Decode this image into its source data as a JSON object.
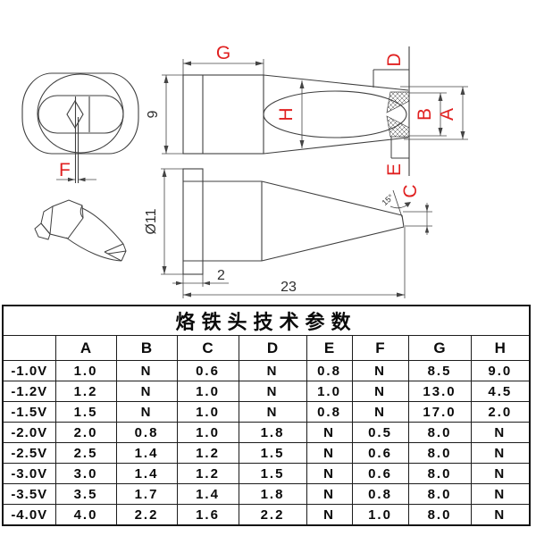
{
  "drawing": {
    "labels": {
      "A": "A",
      "B": "B",
      "C": "C",
      "D": "D",
      "E": "E",
      "F": "F",
      "G": "G",
      "H": "H"
    },
    "dimensions": {
      "body_height": "9",
      "flange_diameter": "Ø11",
      "flange_thickness": "2",
      "total_length": "23",
      "tip_angle": "15°"
    },
    "colors": {
      "label_red": "#e02020",
      "line": "#3f3f3f"
    }
  },
  "table": {
    "title": "烙铁头技术参数",
    "headers": [
      "",
      "A",
      "B",
      "C",
      "D",
      "E",
      "F",
      "G",
      "H"
    ],
    "rows": [
      {
        "model": "-1.0V",
        "values": [
          "1.0",
          "N",
          "0.6",
          "N",
          "0.8",
          "N",
          "8.5",
          "9.0"
        ]
      },
      {
        "model": "-1.2V",
        "values": [
          "1.2",
          "N",
          "1.0",
          "N",
          "1.0",
          "N",
          "13.0",
          "4.5"
        ]
      },
      {
        "model": "-1.5V",
        "values": [
          "1.5",
          "N",
          "1.0",
          "N",
          "0.8",
          "N",
          "17.0",
          "2.0"
        ]
      },
      {
        "model": "-2.0V",
        "values": [
          "2.0",
          "0.8",
          "1.0",
          "1.8",
          "N",
          "0.5",
          "8.0",
          "N"
        ]
      },
      {
        "model": "-2.5V",
        "values": [
          "2.5",
          "1.4",
          "1.2",
          "1.5",
          "N",
          "0.6",
          "8.0",
          "N"
        ]
      },
      {
        "model": "-3.0V",
        "values": [
          "3.0",
          "1.4",
          "1.2",
          "1.5",
          "N",
          "0.6",
          "8.0",
          "N"
        ]
      },
      {
        "model": "-3.5V",
        "values": [
          "3.5",
          "1.7",
          "1.4",
          "1.8",
          "N",
          "0.8",
          "8.0",
          "N"
        ]
      },
      {
        "model": "-4.0V",
        "values": [
          "4.0",
          "2.2",
          "1.6",
          "2.2",
          "N",
          "1.0",
          "8.0",
          "N"
        ]
      }
    ]
  }
}
